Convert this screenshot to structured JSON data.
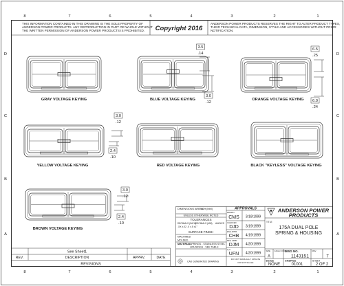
{
  "zone_cols": [
    "8",
    "7",
    "6",
    "5",
    "4",
    "3",
    "2",
    "1"
  ],
  "zone_rows": [
    "D",
    "C",
    "B",
    "A"
  ],
  "header": {
    "left_notice_line1": "THIS INFORMATION CONTAINED IN THIS DRAWING IS THE SOLE PROPERTY OF",
    "left_notice_line2": "ANDERSON POWER PRODUCTS. ANY REPRODUCTION IN PART OR WHOLE WITHOUT",
    "left_notice_line3": "THE WRITTEN PERMISSION OF ANDERSON POWER PRODUCTS IS PROHIBITED.",
    "copyright": "Copyright 2016",
    "right_notice_line1": "ANDERSON POWER PRODUCTS RESERVES THE RIGHT TO ALTER PRODUCT TYPES,",
    "right_notice_line2": "THEIR TECHNICAL DATA, DIMENSION, STYLE AND ACCESSORIES WITHOUT PRIOR",
    "right_notice_line3": "NOTIFICATION."
  },
  "views": {
    "gray": "GRAY VOLTAGE KEYING",
    "blue": "BLUE VOLTAGE KEYING",
    "orange": "ORANGE VOLTAGE KEYING",
    "yellow": "YELLOW VOLTAGE KEYING",
    "red": "RED VOLTAGE KEYING",
    "black": "BLACK \"KEYLESS\" VOLTAGE KEYING",
    "brown": "BROWN VOLTAGE KEYING"
  },
  "dims": {
    "blue_top_mm": "3.5",
    "blue_top_in": ".14",
    "blue_bot_mm": "3.0",
    "blue_bot_in": ".12",
    "orange_top_mm": "6.5",
    "orange_top_in": ".25",
    "orange_bot_mm": "6.0",
    "orange_bot_in": ".24",
    "yellow_top_mm": "3.0",
    "yellow_top_in": ".12",
    "yellow_bot_mm": "2.4",
    "yellow_bot_in": ".10",
    "brown_top_mm": "3.0",
    "brown_top_in": ".12",
    "brown_bot_mm": "2.4",
    "brown_bot_in": ".10"
  },
  "title_block": {
    "dim_label_1": "DIMENSIONS ARE IN:",
    "dim_label_2": "INCH [MM]",
    "unless_noted": "UNLESS OTHERWISE NOTED",
    "tolerances": "TOLERANCES",
    "decimals_inch": "DECIMALS (INCH)",
    "decimals_mm": "DECIMALS (MM)",
    "angles": "ANGLES",
    "tol_values": ".XX ±.02   .X ±.5   ±1°",
    "surface_finish": "SURFACE FINISH",
    "machined": "MACHINED",
    "molded": "MOLDED",
    "material_label": "MATERIAL",
    "material_value": "SPRINGS - STAINLESS STEEL",
    "material_value2": "HOUSINGS - SEE TABLE",
    "approvals": "APPROVALS",
    "drawn_label": "DRAWN",
    "drawn_by": "CMS",
    "drawn_date": "3/18/1999",
    "checked_label": "CHECKED",
    "checked_by": "DJD",
    "checked_date": "3/19/1999",
    "eng_label": "ENG APPR",
    "eng_by": "CHB",
    "eng_date": "4/19/1999",
    "mfg_label": "MFG APPR",
    "mfg_by": "DJM",
    "mfg_date": "4/20/1999",
    "qa_label": "Q.A.",
    "qa_by": "UFN",
    "qa_date": "4/20/1999",
    "company_line1": "ANDERSON POWER",
    "company_line2": "PRODUCTS",
    "title_label": "TITLE",
    "title_line1": "175A DUAL POLE",
    "title_line2": "SPRING & HOUSING",
    "size_label": "SIZE",
    "size_value": "A",
    "cage_label": "CAGE CODE",
    "dwg_label": "DWG NO.",
    "dwg_value": "1143151",
    "rev_label": "REV",
    "rev_value": "7",
    "scale_label": "SCALE",
    "scale_value": "NONE",
    "cadfile_label": "CADFILE",
    "cadfile_value": "01001",
    "sheet_label": "SHEET",
    "sheet_value": "2 OF 2",
    "cad_note_line1": "CAD GENERATED DRAWING",
    "cad_note_line2": "DO NOT MANUALLY UPDATE",
    "cad_note_line3": "DO NOT SCALE"
  },
  "revisions": {
    "see_sheet": "See Sheet1",
    "rev_col": "REV.",
    "desc_col": "DESCRIPTION",
    "appr_col": "APPRV.",
    "date_col": "DATE",
    "title": "REVISIONS"
  }
}
